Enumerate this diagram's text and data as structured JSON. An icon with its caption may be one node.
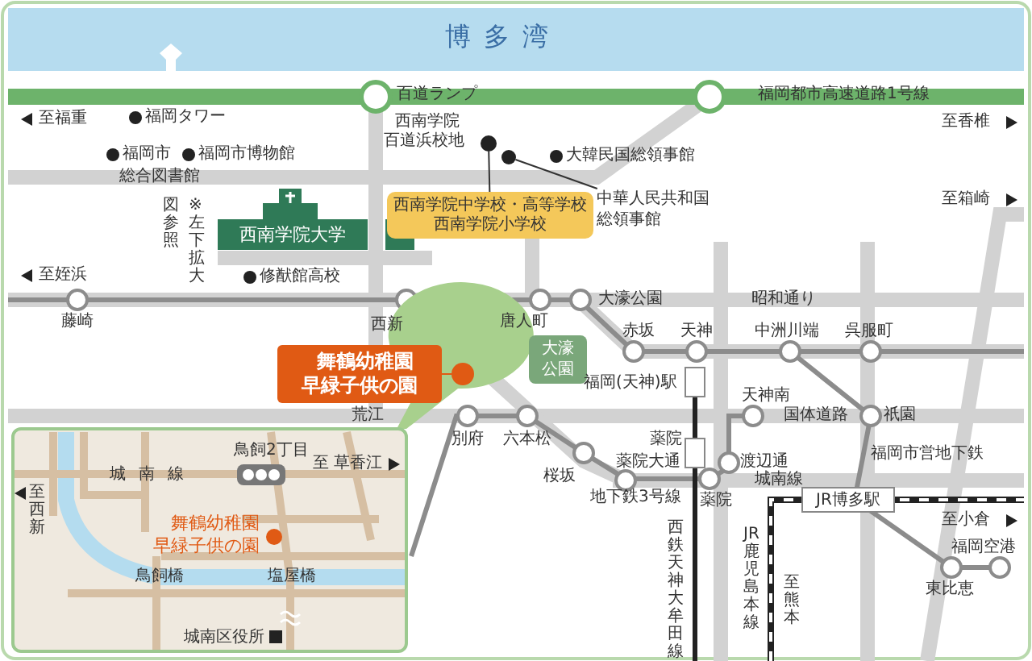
{
  "diagram": {
    "nodes": [
      {
        "text": [
          "西南学院大学"
        ]
      },
      {
        "text": [
          "西南学院中学校・高等学校西南学院小学校"
        ]
      },
      {
        "text": [],
        "shape": "circle",
        "beside": [
          "西南学院百道浜校地"
        ]
      },
      {
        "text": [
          "中華人民共和国総領事館"
        ]
      },
      {
        "text": [],
        "shape": "circle"
      },
      {
        "text": [
          "大濠公園"
        ]
      },
      {
        "text": [
          "舞鶴幼稚園早緑子供の園"
        ]
      },
      {
        "text": [],
        "shape": "circle"
      },
      {
        "text": [
          "JR博多駅"
        ]
      }
    ],
    "edges": [
      {
        "from": 1,
        "to": 2,
        "arrow": "none"
      },
      {
        "from": 3,
        "to": 4,
        "arrow": "none"
      },
      {
        "from": 6,
        "to": 7,
        "arrow": "none",
        "color": "#e05a14"
      }
    ],
    "labels": [
      "博多湾",
      "百道ランプ",
      "福岡都市高速道路1号線",
      "至福重",
      "福岡タワー",
      "福岡市",
      "福岡市博物館",
      "総合図書館",
      "大韓民国総領事館",
      "至香椎",
      "至箱崎",
      "※左下拡大",
      "図参照",
      "至姪浜",
      "修猷館高校",
      "藤崎",
      "西新",
      "唐人町",
      "大濠公園",
      "昭和通り",
      "赤坂",
      "天神",
      "中洲川端",
      "呉服町",
      "福岡(天神)駅",
      "荒江",
      "別府",
      "六本松",
      "桜坂",
      "天神南",
      "国体道路",
      "祇園",
      "薬院",
      "薬院大通",
      "渡辺通",
      "福岡市営地下鉄",
      "城南線",
      "地下鉄3号線",
      "薬院",
      "西鉄天神大牟田線",
      "JR鹿児島本線",
      "至熊本",
      "至小倉",
      "福岡空港",
      "東比恵",
      "鳥飼2丁目",
      "至 草香江",
      "城南線",
      "至西新",
      "舞鶴幼稚園早緑子供の園",
      "鳥飼橋",
      "塩屋橋",
      "城南区役所"
    ]
  }
}
